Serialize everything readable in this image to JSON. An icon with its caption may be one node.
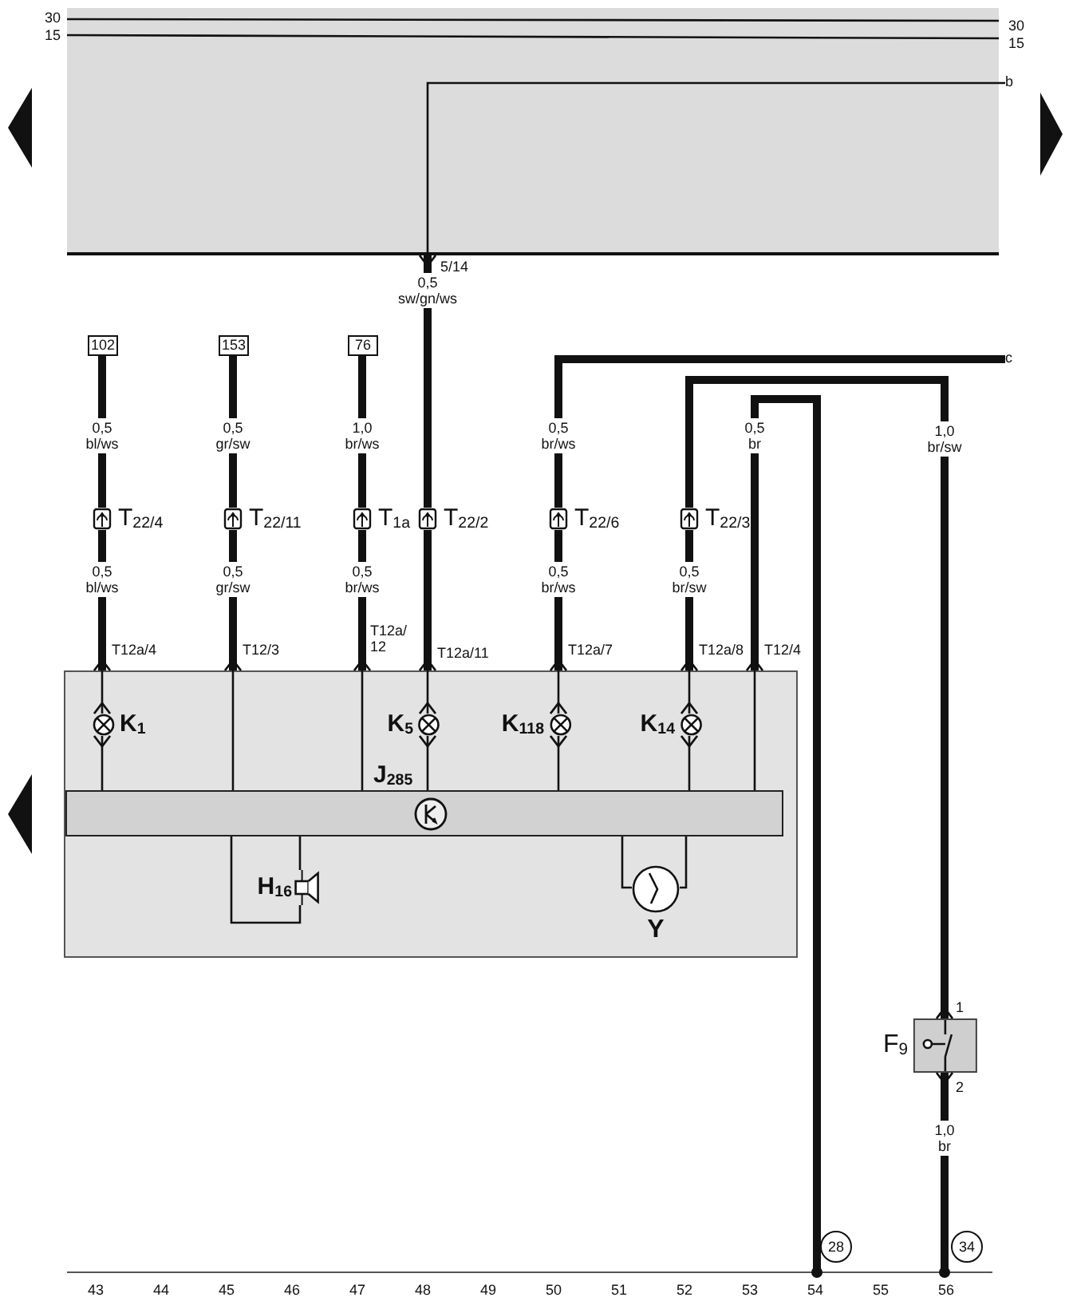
{
  "diagram": {
    "nodes": [
      {
        "text": [],
        "shape": "box"
      },
      {
        "text": [
          "102"
        ]
      },
      {
        "text": [
          "153"
        ]
      },
      {
        "text": [
          "76"
        ]
      },
      {
        "text": [
          "T$_{22/4}$"
        ]
      },
      {
        "text": [
          "T$_{22/11}$"
        ]
      },
      {
        "text": [
          "T$_{1a}$"
        ]
      },
      {
        "text": [
          "T$_{22/2}$"
        ]
      },
      {
        "text": [
          "T$_{22/6}$"
        ]
      },
      {
        "text": [
          "T$_{22/3}$"
        ]
      },
      {
        "text": [
          "J$_{285}$"
        ]
      },
      {
        "text": [
          "K$_{1}$"
        ],
        "in": 10
      },
      {
        "text": [
          "K$_{5}$"
        ],
        "in": 10
      },
      {
        "text": [
          "K$_{118}$"
        ],
        "in": 10
      },
      {
        "text": [
          "K$_{14}$"
        ],
        "in": 10
      },
      {
        "text": [],
        "shape": "bar",
        "in": 10
      },
      {
        "text": [
          "H$_{16}$"
        ],
        "in": 10
      },
      {
        "text": [
          "Y"
        ],
        "in": 10
      },
      {
        "text": [
          "F$_{9}$"
        ]
      },
      {
        "text": [
          "28"
        ]
      },
      {
        "text": [
          "34"
        ]
      },
      {
        "text": [
          "b"
        ]
      },
      {
        "text": [
          "c"
        ]
      }
    ],
    "edges": [
      {
        "from": 1,
        "to": 4,
        "arrow": "none",
        "label": "0,5 bl/ws",
        "style": "thick"
      },
      {
        "from": 4,
        "to": 10,
        "arrow": "other",
        "label": "0,5 bl/ws",
        "style": "thick"
      },
      {
        "from": 10,
        "to": 11,
        "arrow": "other"
      },
      {
        "from": 15,
        "to": 11,
        "arrow": "other"
      },
      {
        "from": 2,
        "to": 5,
        "arrow": "none",
        "label": "0,5 gr/sw",
        "style": "thick"
      },
      {
        "from": 5,
        "to": 10,
        "arrow": "other",
        "label": "0,5 gr/sw",
        "style": "thick"
      },
      {
        "from": 10,
        "to": 15,
        "arrow": "none"
      },
      {
        "from": 3,
        "to": 6,
        "arrow": "none",
        "label": "1,0 br/ws",
        "style": "thick"
      },
      {
        "from": 6,
        "to": 10,
        "arrow": "other",
        "label": "0,5 br/ws",
        "style": "thick"
      },
      {
        "from": 10,
        "to": 15,
        "arrow": "none"
      },
      {
        "from": 7,
        "to": 0,
        "arrow": "other",
        "label": "0,5 sw/gn/ws",
        "style": "thick"
      },
      {
        "from": 7,
        "to": 10,
        "arrow": "other",
        "style": "thick"
      },
      {
        "from": 10,
        "to": 12,
        "arrow": "other"
      },
      {
        "from": 15,
        "to": 12,
        "arrow": "other"
      },
      {
        "from": 8,
        "to": 10,
        "arrow": "other",
        "label": "0,5 br/ws",
        "style": "thick"
      },
      {
        "from": 10,
        "to": 13,
        "arrow": "other"
      },
      {
        "from": 15,
        "to": 13,
        "arrow": "other"
      },
      {
        "from": 8,
        "to": 22,
        "arrow": "none",
        "label": "0,5 br/ws",
        "style": "thick"
      },
      {
        "from": 9,
        "to": 10,
        "arrow": "other",
        "label": "0,5 br/sw",
        "style": "thick"
      },
      {
        "from": 10,
        "to": 14,
        "arrow": "other"
      },
      {
        "from": 15,
        "to": 14,
        "arrow": "other"
      },
      {
        "from": 9,
        "to": 18,
        "arrow": "other",
        "label": "1,0 br/sw",
        "style": "thick"
      },
      {
        "from": 19,
        "to": 10,
        "arrow": "other",
        "label": "0,5 br",
        "style": "thick"
      },
      {
        "from": 20,
        "to": 18,
        "arrow": "other",
        "label": "1,0 br",
        "style": "thick"
      },
      {
        "from": 15,
        "to": 16,
        "arrow": "none"
      },
      {
        "from": 16,
        "to": 15,
        "arrow": "none"
      },
      {
        "from": 15,
        "to": 17,
        "arrow": "none"
      },
      {
        "from": 17,
        "to": 15,
        "arrow": "none"
      },
      {
        "from": 0,
        "to": 21,
        "arrow": "none"
      },
      {
        "from": 10,
        "to": 15,
        "arrow": "none"
      }
    ],
    "labels": [
      "30",
      "30",
      "15",
      "15",
      "5/14",
      "T12a/4",
      "T12/3",
      "T12a/ 12",
      "T12a/11",
      "T12a/7",
      "T12a/8",
      "T12/4",
      "1",
      "2",
      "43",
      "44",
      "45",
      "46",
      "47",
      "48",
      "49",
      "50",
      "51",
      "52",
      "53",
      "54",
      "55",
      "56"
    ]
  }
}
